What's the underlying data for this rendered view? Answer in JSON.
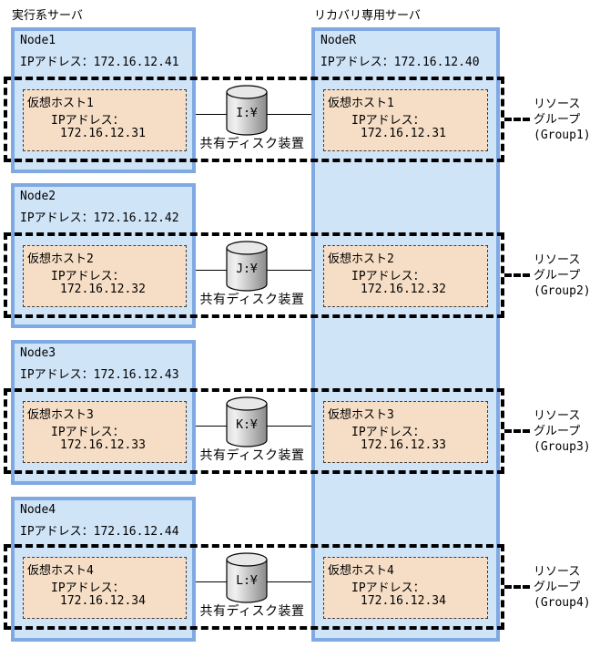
{
  "titles": {
    "left": "実行系サーバ",
    "right": "リカバリ専用サーバ"
  },
  "recovery_server": {
    "name": "NodeR",
    "ip_label": "IPアドレス：172.16.12.40"
  },
  "rows": [
    {
      "node": {
        "name": "Node1",
        "ip_label": "IPアドレス：172.16.12.41"
      },
      "virtual_host": {
        "name": "仮想ホスト1",
        "ip_caption": "IPアドレス：",
        "ip": "172.16.12.31"
      },
      "disk": {
        "drive": "I:¥",
        "label": "共有ディスク装置"
      },
      "group": {
        "line1": "リソース",
        "line2": "グループ",
        "line3": "(Group1)"
      }
    },
    {
      "node": {
        "name": "Node2",
        "ip_label": "IPアドレス：172.16.12.42"
      },
      "virtual_host": {
        "name": "仮想ホスト2",
        "ip_caption": "IPアドレス：",
        "ip": "172.16.12.32"
      },
      "disk": {
        "drive": "J:¥",
        "label": "共有ディスク装置"
      },
      "group": {
        "line1": "リソース",
        "line2": "グループ",
        "line3": "(Group2)"
      }
    },
    {
      "node": {
        "name": "Node3",
        "ip_label": "IPアドレス：172.16.12.43"
      },
      "virtual_host": {
        "name": "仮想ホスト3",
        "ip_caption": "IPアドレス：",
        "ip": "172.16.12.33"
      },
      "disk": {
        "drive": "K:¥",
        "label": "共有ディスク装置"
      },
      "group": {
        "line1": "リソース",
        "line2": "グループ",
        "line3": "(Group3)"
      }
    },
    {
      "node": {
        "name": "Node4",
        "ip_label": "IPアドレス：172.16.12.44"
      },
      "virtual_host": {
        "name": "仮想ホスト4",
        "ip_caption": "IPアドレス：",
        "ip": "172.16.12.34"
      },
      "disk": {
        "drive": "L:¥",
        "label": "共有ディスク装置"
      },
      "group": {
        "line1": "リソース",
        "line2": "グループ",
        "line3": "(Group4)"
      }
    }
  ],
  "colors": {
    "node_border": "#7ea9e2",
    "node_fill": "#d0e4f8",
    "vh_fill": "#f6dec6",
    "vh_border": "#3c3c3c",
    "group_border": "#000000",
    "line": "#000000",
    "text": "#000000"
  }
}
